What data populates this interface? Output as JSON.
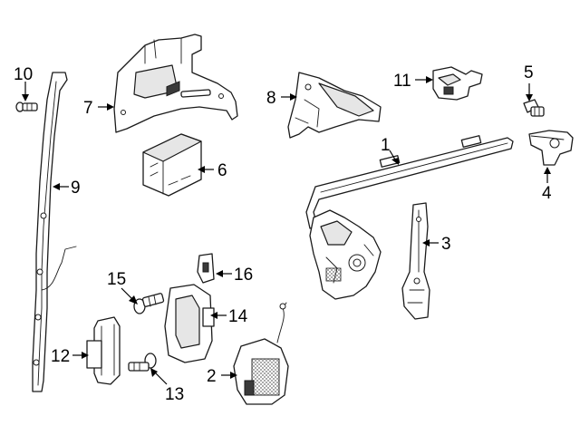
{
  "diagram": {
    "callouts": [
      {
        "id": "p1",
        "label": "1"
      },
      {
        "id": "p2",
        "label": "2"
      },
      {
        "id": "p3",
        "label": "3"
      },
      {
        "id": "p4",
        "label": "4"
      },
      {
        "id": "p5",
        "label": "5"
      },
      {
        "id": "p6",
        "label": "6"
      },
      {
        "id": "p7",
        "label": "7"
      },
      {
        "id": "p8",
        "label": "8"
      },
      {
        "id": "p9",
        "label": "9"
      },
      {
        "id": "p10",
        "label": "10"
      },
      {
        "id": "p11",
        "label": "11"
      },
      {
        "id": "p12",
        "label": "12"
      },
      {
        "id": "p13",
        "label": "13"
      },
      {
        "id": "p14",
        "label": "14"
      },
      {
        "id": "p15",
        "label": "15"
      },
      {
        "id": "p16",
        "label": "16"
      }
    ]
  }
}
